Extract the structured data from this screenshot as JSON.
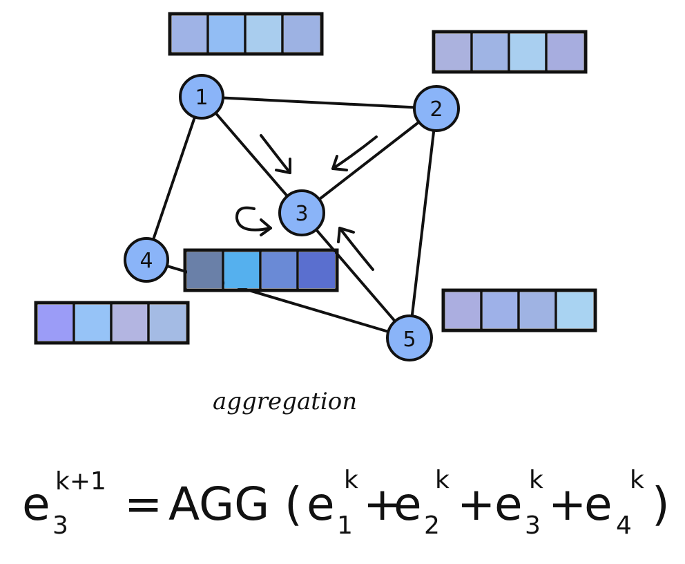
{
  "node_color": "#8ab4f8",
  "nodes": [
    {
      "id": "1",
      "label": "1"
    },
    {
      "id": "2",
      "label": "2"
    },
    {
      "id": "3",
      "label": "3"
    },
    {
      "id": "4",
      "label": "4"
    },
    {
      "id": "5",
      "label": "5"
    }
  ],
  "edges": [
    [
      "1",
      "2"
    ],
    [
      "1",
      "3"
    ],
    [
      "1",
      "4"
    ],
    [
      "2",
      "3"
    ],
    [
      "2",
      "5"
    ],
    [
      "3",
      "5"
    ],
    [
      "4",
      "5"
    ]
  ],
  "feature_vectors": [
    {
      "node": "1",
      "colors": [
        "#9fb3e6",
        "#92bdf4",
        "#a9cdee",
        "#9db2e3"
      ]
    },
    {
      "node": "2",
      "colors": [
        "#abb2de",
        "#9fb4e4",
        "#a9cff0",
        "#a7addf"
      ]
    },
    {
      "node": "3",
      "colors": [
        "#6a80a8",
        "#55b0ee",
        "#6a8ad6",
        "#5a6fcf"
      ]
    },
    {
      "node": "4",
      "colors": [
        "#9b9cf7",
        "#96c3f7",
        "#b3b5e1",
        "#a4bbe4"
      ]
    },
    {
      "node": "5",
      "colors": [
        "#abaee0",
        "#9eb1e8",
        "#9fb3e3",
        "#a9d3f2"
      ]
    }
  ],
  "caption": "aggregation",
  "equation": {
    "lhs_base": "e",
    "lhs_sub": "3",
    "lhs_sup": "k+1",
    "equals": "=",
    "func": "AGG",
    "open_paren": "(",
    "close_paren": ")",
    "plus": "+",
    "terms": [
      {
        "base": "e",
        "sub": "1",
        "sup": "k"
      },
      {
        "base": "e",
        "sub": "2",
        "sup": "k"
      },
      {
        "base": "e",
        "sub": "3",
        "sup": "k"
      },
      {
        "base": "e",
        "sub": "4",
        "sup": "k"
      }
    ]
  }
}
